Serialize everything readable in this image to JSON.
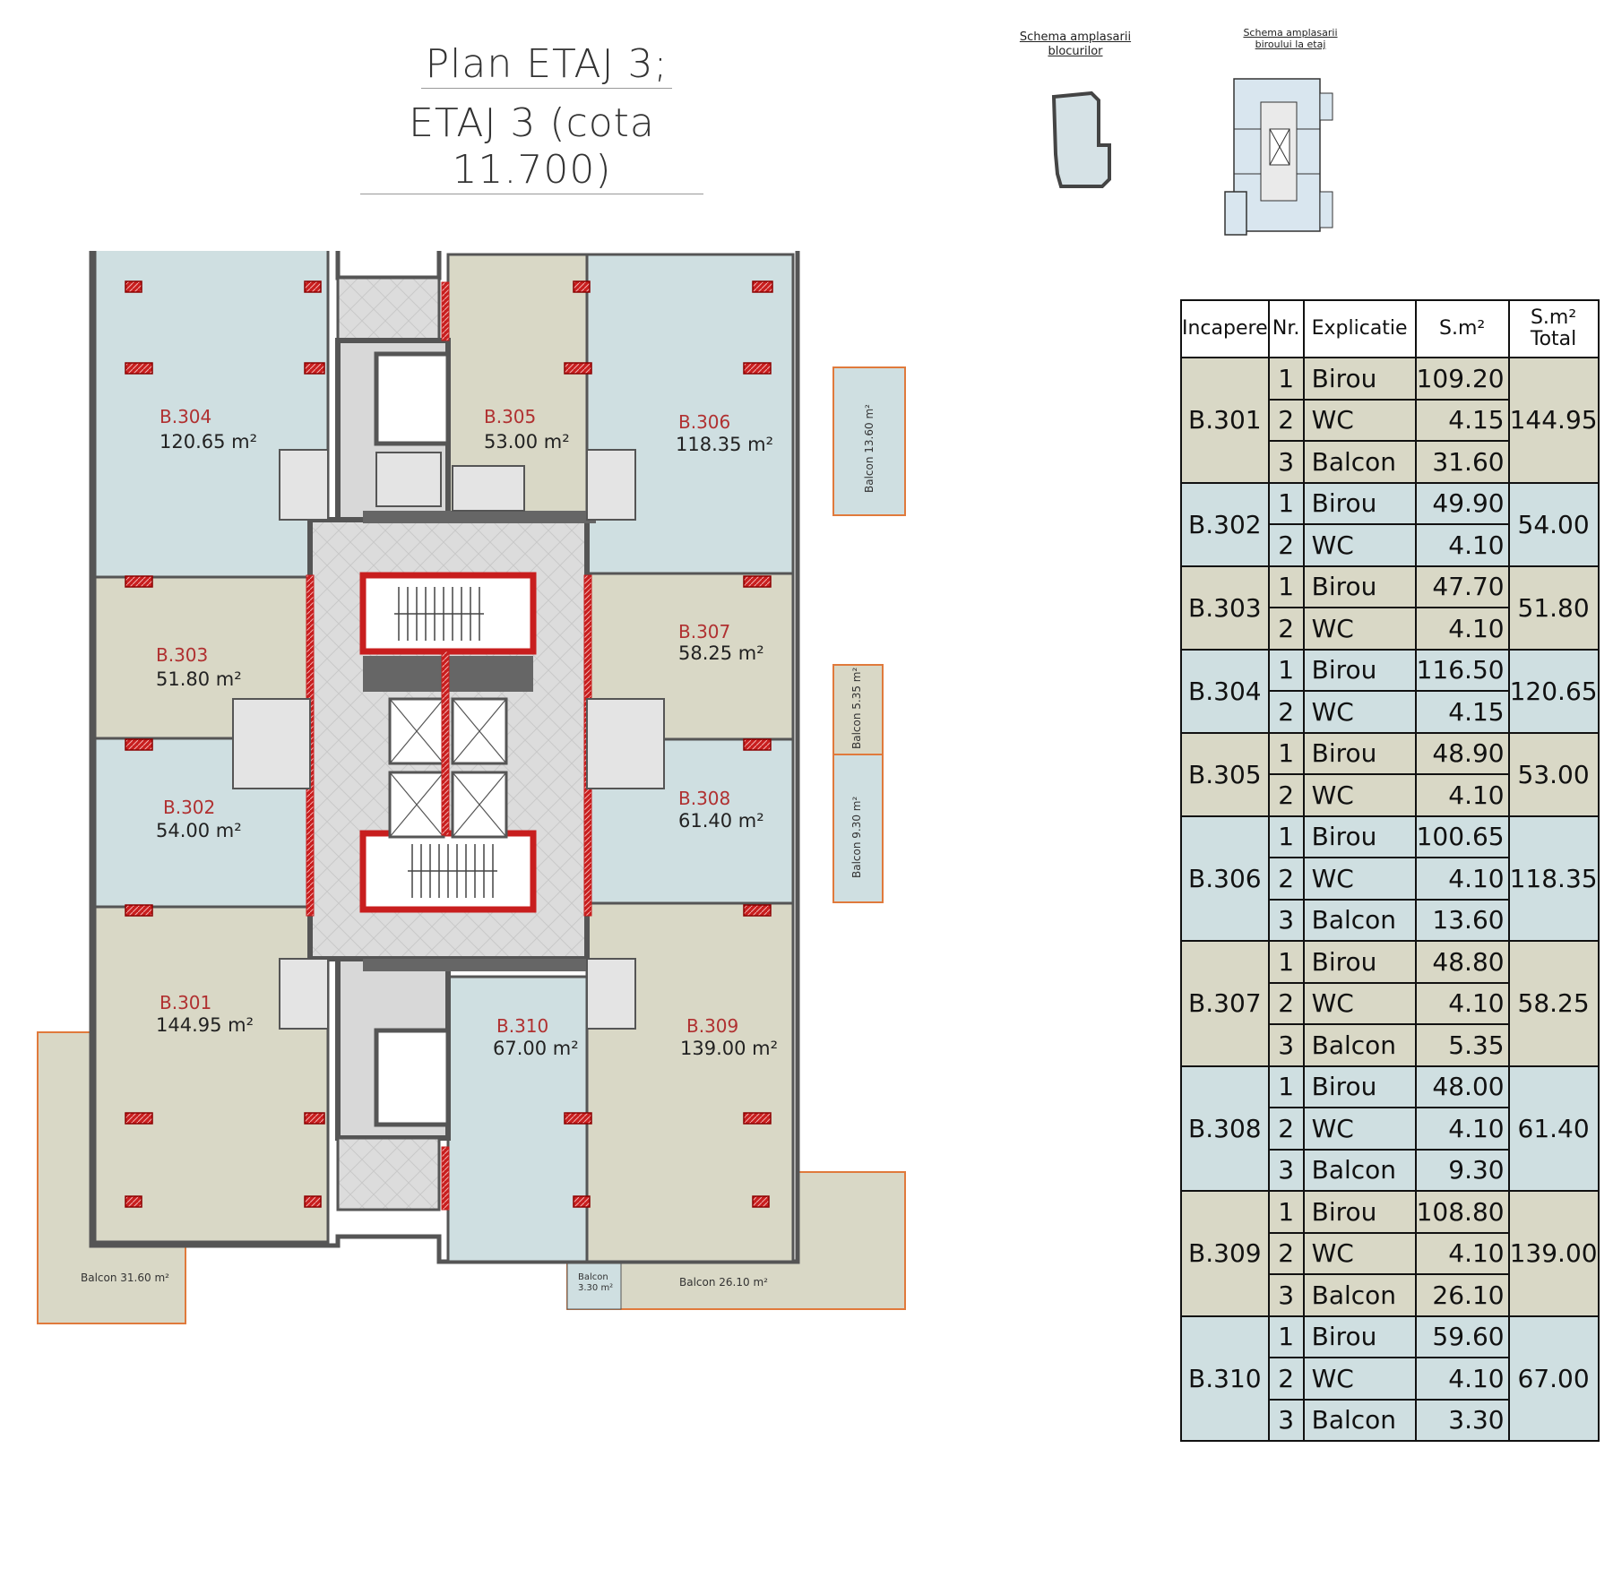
{
  "title": {
    "line1": "Plan ETAJ 3;",
    "line2": "ETAJ 3 (cota 11.700)"
  },
  "schemas": {
    "blocks": {
      "line1": "Schema amplasarii",
      "line2": "blocurilor"
    },
    "office": {
      "line1": "Schema amplasarii",
      "line2": "biroului la etaj"
    }
  },
  "colors": {
    "blue": "#cfdfe1",
    "beige": "#d9d8c6",
    "core": "#dedede",
    "wall": "#555555",
    "red": "#c81e1e",
    "orange": "#e07a3c"
  },
  "unit": "m²",
  "rooms": [
    {
      "id": "B.304",
      "area": "120.65",
      "color": "blue"
    },
    {
      "id": "B.305",
      "area": "53.00",
      "color": "beige"
    },
    {
      "id": "B.306",
      "area": "118.35",
      "color": "blue"
    },
    {
      "id": "B.303",
      "area": "51.80",
      "color": "beige"
    },
    {
      "id": "B.307",
      "area": "58.25",
      "color": "beige"
    },
    {
      "id": "B.302",
      "area": "54.00",
      "color": "blue"
    },
    {
      "id": "B.308",
      "area": "61.40",
      "color": "blue"
    },
    {
      "id": "B.301",
      "area": "144.95",
      "color": "beige"
    },
    {
      "id": "B.310",
      "area": "67.00",
      "color": "blue"
    },
    {
      "id": "B.309",
      "area": "139.00",
      "color": "beige"
    }
  ],
  "balconies": [
    {
      "label": "Balcon 13.60 m²"
    },
    {
      "label": "Balcon 5.35 m²"
    },
    {
      "label": "Balcon 9.30 m²"
    },
    {
      "label": "Balcon 31.60 m²"
    },
    {
      "label": "Balcon 26.10 m²"
    },
    {
      "label": "Balcon",
      "label2": "3.30 m²"
    }
  ],
  "table": {
    "headers": {
      "room": "Incapere",
      "nr": "Nr.",
      "explanation": "Explicatie",
      "area": "S.m²",
      "total1": "S.m²",
      "total2": "Total"
    },
    "groups": [
      {
        "room": "B.301",
        "total": "144.95",
        "color": "beige",
        "rows": [
          [
            "1",
            "Birou",
            "109.20"
          ],
          [
            "2",
            "WC",
            "4.15"
          ],
          [
            "3",
            "Balcon",
            "31.60"
          ]
        ]
      },
      {
        "room": "B.302",
        "total": "54.00",
        "color": "blue",
        "rows": [
          [
            "1",
            "Birou",
            "49.90"
          ],
          [
            "2",
            "WC",
            "4.10"
          ]
        ]
      },
      {
        "room": "B.303",
        "total": "51.80",
        "color": "beige",
        "rows": [
          [
            "1",
            "Birou",
            "47.70"
          ],
          [
            "2",
            "WC",
            "4.10"
          ]
        ]
      },
      {
        "room": "B.304",
        "total": "120.65",
        "color": "blue",
        "rows": [
          [
            "1",
            "Birou",
            "116.50"
          ],
          [
            "2",
            "WC",
            "4.15"
          ]
        ]
      },
      {
        "room": "B.305",
        "total": "53.00",
        "color": "beige",
        "rows": [
          [
            "1",
            "Birou",
            "48.90"
          ],
          [
            "2",
            "WC",
            "4.10"
          ]
        ]
      },
      {
        "room": "B.306",
        "total": "118.35",
        "color": "blue",
        "rows": [
          [
            "1",
            "Birou",
            "100.65"
          ],
          [
            "2",
            "WC",
            "4.10"
          ],
          [
            "3",
            "Balcon",
            "13.60"
          ]
        ]
      },
      {
        "room": "B.307",
        "total": "58.25",
        "color": "beige",
        "rows": [
          [
            "1",
            "Birou",
            "48.80"
          ],
          [
            "2",
            "WC",
            "4.10"
          ],
          [
            "3",
            "Balcon",
            "5.35"
          ]
        ]
      },
      {
        "room": "B.308",
        "total": "61.40",
        "color": "blue",
        "rows": [
          [
            "1",
            "Birou",
            "48.00"
          ],
          [
            "2",
            "WC",
            "4.10"
          ],
          [
            "3",
            "Balcon",
            "9.30"
          ]
        ]
      },
      {
        "room": "B.309",
        "total": "139.00",
        "color": "beige",
        "rows": [
          [
            "1",
            "Birou",
            "108.80"
          ],
          [
            "2",
            "WC",
            "4.10"
          ],
          [
            "3",
            "Balcon",
            "26.10"
          ]
        ]
      },
      {
        "room": "B.310",
        "total": "67.00",
        "color": "blue",
        "rows": [
          [
            "1",
            "Birou",
            "59.60"
          ],
          [
            "2",
            "WC",
            "4.10"
          ],
          [
            "3",
            "Balcon",
            "3.30"
          ]
        ]
      }
    ]
  }
}
